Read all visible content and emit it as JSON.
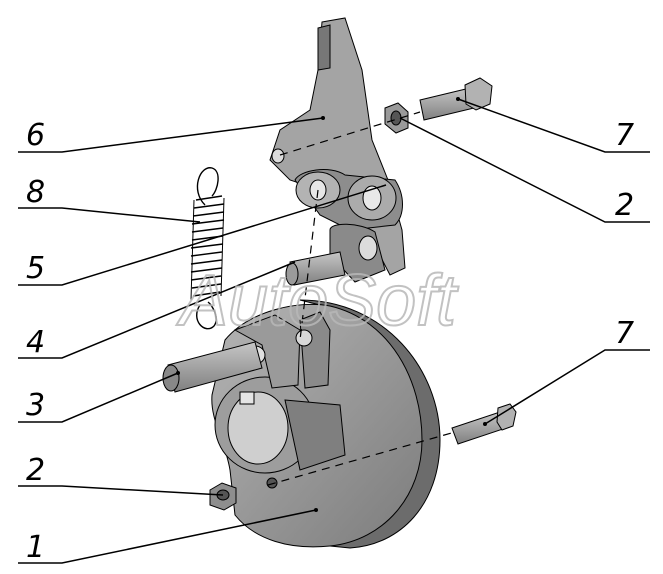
{
  "watermark": "AutoSoft",
  "callouts": [
    {
      "id": "c6",
      "label": "6"
    },
    {
      "id": "c8",
      "label": "8"
    },
    {
      "id": "c5",
      "label": "5"
    },
    {
      "id": "c4",
      "label": "4"
    },
    {
      "id": "c3",
      "label": "3"
    },
    {
      "id": "c2l",
      "label": "2"
    },
    {
      "id": "c1",
      "label": "1"
    },
    {
      "id": "c7t",
      "label": "7"
    },
    {
      "id": "c2r",
      "label": "2"
    },
    {
      "id": "c7b",
      "label": "7"
    }
  ],
  "colors": {
    "part_light": "#a9a9a9",
    "part_mid": "#8f8f8f",
    "part_dark": "#6f6f6f",
    "line": "#000000"
  }
}
